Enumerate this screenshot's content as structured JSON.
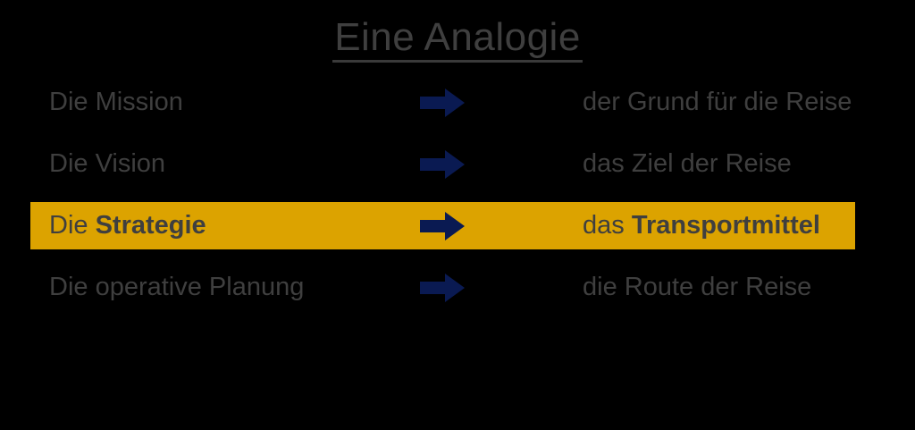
{
  "title": {
    "text": "Eine Analogie"
  },
  "rows": [
    {
      "left_prefix": "Die Mission",
      "left_bold": "",
      "right_prefix": "der Grund für die Reise",
      "right_bold": "",
      "highlighted": false
    },
    {
      "left_prefix": "Die Vision",
      "left_bold": "",
      "right_prefix": "das Ziel der Reise",
      "right_bold": "",
      "highlighted": false
    },
    {
      "left_prefix": "Die ",
      "left_bold": "Strategie",
      "right_prefix": "das ",
      "right_bold": "Transportmittel",
      "highlighted": true
    },
    {
      "left_prefix": "Die operative Planung",
      "left_bold": "",
      "right_prefix": "die Route der Reise",
      "right_bold": "",
      "highlighted": false
    }
  ],
  "icons": {
    "arrow": "right-block-arrow"
  },
  "colors": {
    "background": "#000000",
    "text": "#3f3f3f",
    "arrow": "#0a1a52",
    "highlight": "#dca300",
    "highlight_border": "#000000"
  }
}
